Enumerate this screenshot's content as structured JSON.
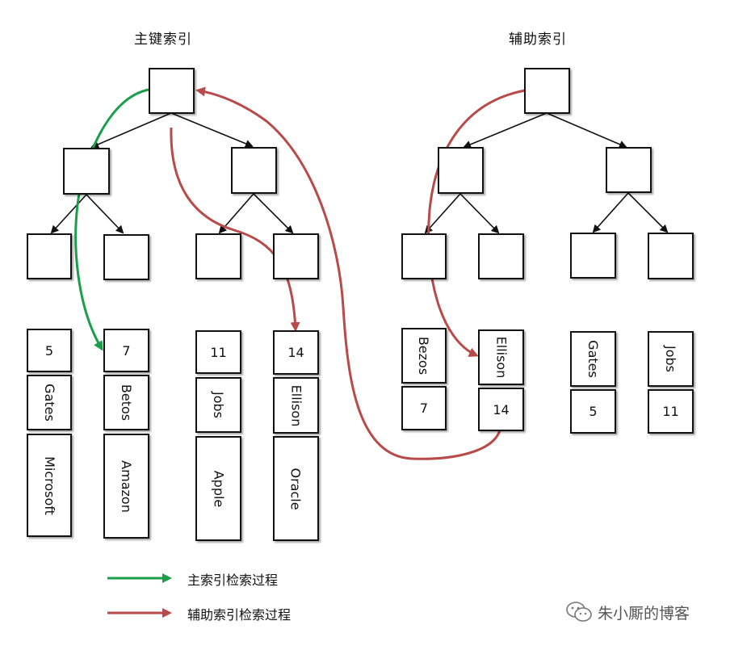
{
  "titles": {
    "primary": "主键索引",
    "secondary": "辅助索引"
  },
  "primary_leaves": [
    {
      "id": "5",
      "name": "Gates",
      "company": "Microsoft"
    },
    {
      "id": "7",
      "name": "Betos",
      "company": "Amazon"
    },
    {
      "id": "11",
      "name": "Jobs",
      "company": "Apple"
    },
    {
      "id": "14",
      "name": "Ellison",
      "company": "Oracle"
    }
  ],
  "secondary_leaves": [
    {
      "name": "Bezos",
      "id": "7"
    },
    {
      "name": "Ellison",
      "id": "14"
    },
    {
      "name": "Gates",
      "id": "5"
    },
    {
      "name": "Jobs",
      "id": "11"
    }
  ],
  "legend": {
    "primary_label": "主索引检索过程",
    "secondary_label": "辅助索引检索过程",
    "primary_color": "#1a9e4a",
    "secondary_color": "#b84a4a"
  },
  "watermark": {
    "text": "朱小厮的博客",
    "icon": "wechat-icon"
  }
}
